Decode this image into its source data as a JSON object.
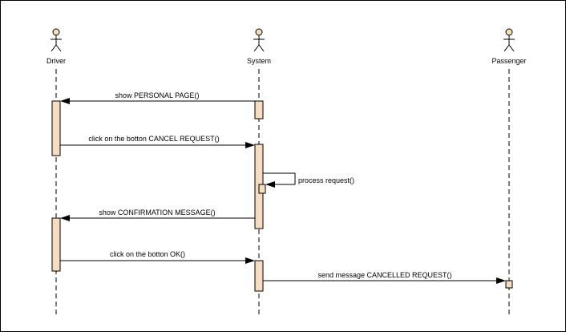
{
  "diagram": {
    "type": "sequence",
    "actors": [
      {
        "id": "driver",
        "label": "Driver"
      },
      {
        "id": "system",
        "label": "System"
      },
      {
        "id": "passenger",
        "label": "Passenger"
      }
    ],
    "messages": [
      {
        "from": "system",
        "to": "driver",
        "label": "show PERSONAL PAGE()"
      },
      {
        "from": "driver",
        "to": "system",
        "label": "click on the botton CANCEL REQUEST()"
      },
      {
        "from": "system",
        "to": "system",
        "label": "process request()"
      },
      {
        "from": "system",
        "to": "driver",
        "label": "show CONFIRMATION MESSAGE()"
      },
      {
        "from": "driver",
        "to": "system",
        "label": "click on the botton OK()"
      },
      {
        "from": "system",
        "to": "passenger",
        "label": "send message CANCELLED REQUEST()"
      }
    ]
  },
  "colors": {
    "actor_fill": "#f6dcc0",
    "activation_fill": "#f6dcc0",
    "line": "#000000",
    "background": "#ffffff"
  }
}
